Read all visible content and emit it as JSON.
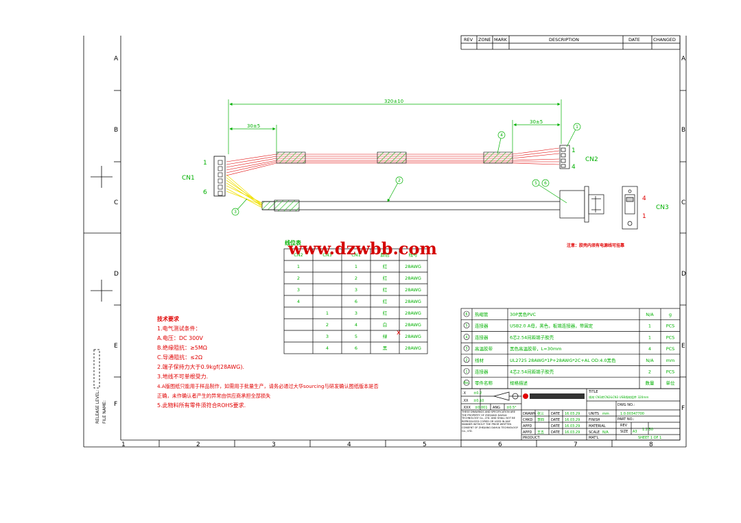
{
  "colors": {
    "frame": "#000000",
    "green": "#00b000",
    "red": "#e00000",
    "hatch": "#2fbf2f",
    "yellow": "#f0e000",
    "watermark": "#d40000"
  },
  "zones_top": [
    "A",
    "B",
    "C",
    "D",
    "E",
    "F"
  ],
  "columns": [
    "1",
    "2",
    "3",
    "4",
    "5",
    "6",
    "7",
    "8"
  ],
  "side_labels": {
    "release_level": "RELEASE LEVEL:",
    "file_name": "FILE NAME:"
  },
  "revision_header": {
    "rev": "REV",
    "zone": "ZONE",
    "mark": "MARK",
    "description": "DESCRIPTION",
    "date": "DATE",
    "changed": "CHANGED"
  },
  "dimensions": {
    "overall": "320±10",
    "left_strip": "30±5",
    "right_strip": "30±5"
  },
  "connectors": {
    "cn1": "CN1",
    "cn2": "CN2",
    "cn3": "CN3",
    "cn1_pin_top": "1",
    "cn1_pin_bottom": "6",
    "cn2_pin_top": "1",
    "cn2_pin_bottom": "4",
    "cn3_pin_top": "4",
    "cn3_pin_bottom": "1"
  },
  "balloons": {
    "b1": "1",
    "b2": "2",
    "b3": "3",
    "b4": "4",
    "b5": "5",
    "b6": "6"
  },
  "note_red": "注意：胶壳内须有电源线可挂靠",
  "watermark": "www.dzwbb.com",
  "wiring_table": {
    "title": "线位表",
    "headers": [
      "CN2",
      "CN3",
      "CN1",
      "颜色",
      "线号"
    ],
    "rows": [
      [
        "1",
        "",
        "1",
        "红",
        "28AWG"
      ],
      [
        "2",
        "",
        "2",
        "红",
        "28AWG"
      ],
      [
        "3",
        "",
        "3",
        "红",
        "28AWG"
      ],
      [
        "4",
        "",
        "6",
        "红",
        "28AWG"
      ],
      [
        "",
        "1",
        "3",
        "红",
        "28AWG"
      ],
      [
        "",
        "2",
        "4",
        "白",
        "28AWG"
      ],
      [
        "",
        "3",
        "5",
        "绿",
        "28AWG"
      ],
      [
        "",
        "4",
        "6",
        "黑",
        "28AWG"
      ]
    ]
  },
  "tech_req": {
    "title": "技术要求",
    "lines": [
      "1.电气测试条件：",
      "A.电压：DC 300V",
      "B.绝缘阻抗：≥5MΩ",
      "C.导通阻抗：≤2Ω",
      "2.端子保持力大于0.9kgf(28AWG).",
      "3.地线不可单根受力.",
      "4.A版图纸只能用于样品制作，如需用于批量生产，请务必通过大华sourcing与研发确认图纸版本是否",
      "正确，未作确认者产生的异常由供应商承担全部损失",
      "5.此物料所有零件须符合ROHS要求."
    ]
  },
  "bom": {
    "rows": [
      {
        "no": "6",
        "name": "热缩管",
        "spec": "30P黑色PVC",
        "qty": "N/A",
        "unit": "g"
      },
      {
        "no": "5",
        "name": "连接器",
        "spec": "USB2.0 A母，黑色，板端连接器，带固定",
        "qty": "1",
        "unit": "PCS"
      },
      {
        "no": "4",
        "name": "连接器",
        "spec": "6芯2.54间距端子胶壳",
        "qty": "1",
        "unit": "PCS"
      },
      {
        "no": "3",
        "name": "高温胶带",
        "spec": "黑色高温胶带，L=30mm",
        "qty": "4",
        "unit": "PCS"
      },
      {
        "no": "2",
        "name": "线材",
        "spec": "UL2725 28AWG*1P+28AWG*2C+AL OD:4.0黑色",
        "qty": "N/A",
        "unit": "mm"
      },
      {
        "no": "1",
        "name": "连接器",
        "spec": "4芯2.54间距端子胶壳",
        "qty": "2",
        "unit": "PCS"
      }
    ],
    "header": {
      "no": "No.",
      "name": "零件名称",
      "spec": "规格描述",
      "qty": "数量",
      "unit": "单位"
    }
  },
  "title_block": {
    "tol_x": ".X",
    "tol_x_val": "±0.2",
    "tol_xx": ".XX",
    "tol_xx_val": "±0.10",
    "tol_xxx": ".XXX",
    "tol_xxx_val": "±0.001",
    "ang": "ANG",
    "ang_val": "±0.5°",
    "drawn": "DRAWN",
    "chkd": "CHKD",
    "appd": "APPD",
    "appd2": "APPD",
    "drawn_by": "张三",
    "chkd_by": "李四",
    "appd_by": "王五",
    "date_lbl": "DATE",
    "date1": "16.03.29",
    "date2": "16.03.29",
    "date3": "16.03.29",
    "date4": "16.03.29",
    "units": "UNITS",
    "units_val": "mm",
    "finish": "FINISH",
    "material": "MATERIAL",
    "scale": "SCALE",
    "scale_val": "N/A",
    "matl": "MAT'L",
    "title_lbl": "TITLE",
    "title_val": "线材 CN1转CN2&CN3 USB线材组件 320mm",
    "dwg_no_lbl": "DWG NO.:",
    "dwg_no": "1.0.00347700",
    "part_no_lbl": "PART NO.:",
    "part_no": "1.2.50",
    "rev_lbl": "REV",
    "size_lbl": "SIZE",
    "size_val": "A3",
    "sheet": "SHEET 1 OF 1",
    "product": "PRODUCT:",
    "proprietary": "THESE DRAWINGS AND SPECIFICATION ARE THE PROPERTY OF ZHEJIANG DAHUA TECHNOLOGY Co., LTD. AND SHALL NOT BE REPRODUCED COPIED OR USED IN ANY MANNER WITHOUT THE PRIOR WRITTEN CONSENT OF ZHEJIANG DAHUA TECHNOLOGY Co., LTD."
  }
}
